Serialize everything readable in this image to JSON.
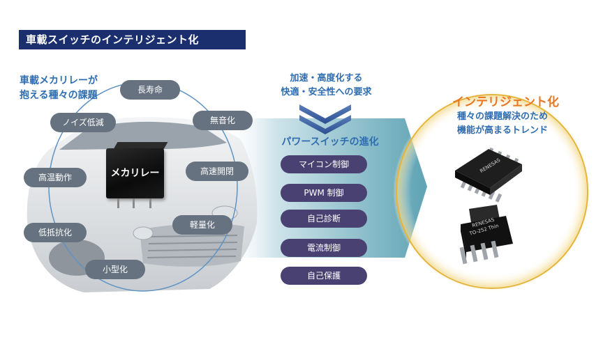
{
  "title": "車載スイッチのインテリジェント化",
  "issues_heading": [
    "車載メカリレーが",
    "抱える種々の課題"
  ],
  "issues": [
    {
      "id": "long-life",
      "label": "長寿命"
    },
    {
      "id": "noise",
      "label": "ノイズ低減"
    },
    {
      "id": "silent",
      "label": "無音化"
    },
    {
      "id": "high-temp",
      "label": "高温動作"
    },
    {
      "id": "fast-switch",
      "label": "高速開閉"
    },
    {
      "id": "low-resistance",
      "label": "低抵抗化"
    },
    {
      "id": "lightweight",
      "label": "軽量化"
    },
    {
      "id": "compact",
      "label": "小型化"
    }
  ],
  "relay_label": "メカリレー",
  "demand_text": [
    "加速・高度化する",
    "快適・安全性への要求"
  ],
  "evolution_title": "パワースイッチの進化",
  "features": [
    "マイコン制御",
    "PWM 制御",
    "自己診断",
    "電流制御",
    "自己保護"
  ],
  "trend_title": "インテリジェント化",
  "trend_subtitle": [
    "種々の課題解決のため",
    "機能が高まるトレンド"
  ],
  "chip_markings": [
    "RENESAS",
    "TO-252 Thin"
  ],
  "colors": {
    "banner": "#1b2f6e",
    "heading_blue": "#2e6db1",
    "pill_gray": "#66727f",
    "feature_purple": "#4a4173",
    "trend_orange": "#e87722",
    "arrow_teal": "#7fb6c4"
  }
}
